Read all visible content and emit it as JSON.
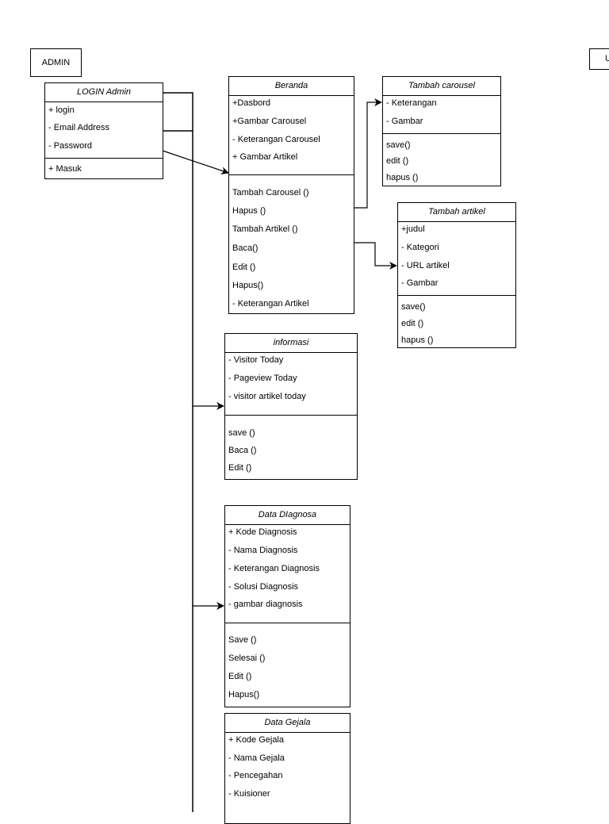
{
  "actors": {
    "admin": "ADMIN",
    "user_partial": "U"
  },
  "classes": [
    {
      "title": "LOGIN Admin",
      "attributes": [
        "+ login",
        "- Email Address",
        "- Password"
      ],
      "methods": [
        "+ Masuk"
      ]
    },
    {
      "title": "Beranda",
      "attributes": [
        "+Dasbord",
        "+Gambar Carousel",
        "- Keterangan Carousel",
        "+ Gambar Artikel"
      ],
      "methods": [
        "Tambah Carousel ()",
        "Hapus ()",
        "Tambah Artikel ()",
        "Baca()",
        "Edit ()",
        "Hapus()",
        "- Keterangan Artikel"
      ]
    },
    {
      "title": "Tambah carousel",
      "attributes": [
        "- Keterangan",
        "- Gambar"
      ],
      "methods": [
        "save()",
        "edit ()",
        "hapus ()"
      ]
    },
    {
      "title": "Tambah artikel",
      "attributes": [
        "+judul",
        "- Kategori",
        "- URL artikel",
        "- Gambar"
      ],
      "methods": [
        "save()",
        "edit ()",
        "hapus ()"
      ]
    },
    {
      "title": "informasi",
      "attributes": [
        "- Visitor Today",
        "- Pageview Today",
        "- visitor artikel today"
      ],
      "methods": [
        "save ()",
        "Baca ()",
        "Edit ()"
      ]
    },
    {
      "title": "Data DIagnosa",
      "attributes": [
        "+ Kode Diagnosis",
        "- Nama Diagnosis",
        "- Keterangan Diagnosis",
        "- Solusi Diagnosis",
        "- gambar diagnosis"
      ],
      "methods": [
        "Save ()",
        "Selesai ()",
        "Edit ()",
        "Hapus()"
      ]
    },
    {
      "title": "Data Gejala",
      "attributes": [
        "+ Kode Gejala",
        "- Nama Gejala",
        "- Pencegahan",
        "- Kuisioner"
      ],
      "methods": []
    }
  ]
}
